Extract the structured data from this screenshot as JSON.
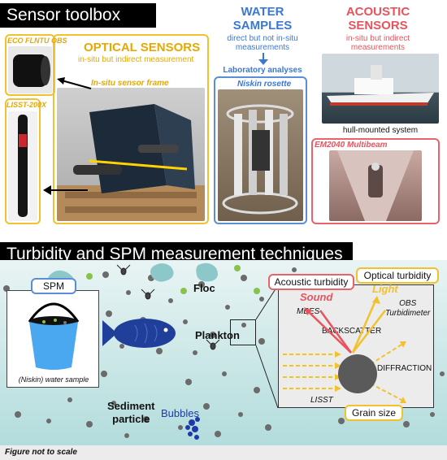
{
  "top": {
    "title": "Sensor toolbox",
    "optical": {
      "heading": "OPTICAL SENSORS",
      "subheading": "in-situ but indirect measurement",
      "obs_label": "ECO FLNTU OBS",
      "lisst_label": "LISST-200X",
      "frame_label": "In-situ sensor frame"
    },
    "water": {
      "heading_line1": "WATER",
      "heading_line2": "SAMPLES",
      "subheading": "direct but not in-situ measurements",
      "lab": "Laboratory analyses",
      "rosette": "Niskin rosette"
    },
    "acoustic": {
      "heading_line1": "ACOUSTIC",
      "heading_line2": "SENSORS",
      "subheading": "in-situ but indirect measurements",
      "ship_caption": "hull-mounted system",
      "multibeam_label": "EM2040 Multibeam"
    }
  },
  "bottom": {
    "title": "Turbidity and SPM measurement techniques",
    "spm": "SPM",
    "water_sample": "(Niskin) water sample",
    "floc": "Floc",
    "plankton": "Plankton",
    "sediment_line1": "Sediment",
    "sediment_line2": "particle",
    "bubbles": "Bubbles",
    "acoustic_turbidity": "Acoustic turbidity",
    "optical_turbidity": "Optical turbidity",
    "sound": "Sound",
    "light": "Light",
    "mbes": "MBES",
    "obs_line1": "OBS",
    "obs_line2": "Turbidimeter",
    "backscatter": "BACKSCATTER",
    "diffraction": "DIFFRACTION",
    "lisst": "LISST",
    "grain_size": "Grain size"
  },
  "footer": "Figure not to scale",
  "colors": {
    "yellow": "#f2c12e",
    "blue": "#5b8ed6",
    "red": "#e8636a",
    "water_top": "#e9f4f4",
    "water_bottom": "#b3dcdc",
    "fish": "#1f3f9a",
    "particle": "#6b6b6b"
  }
}
